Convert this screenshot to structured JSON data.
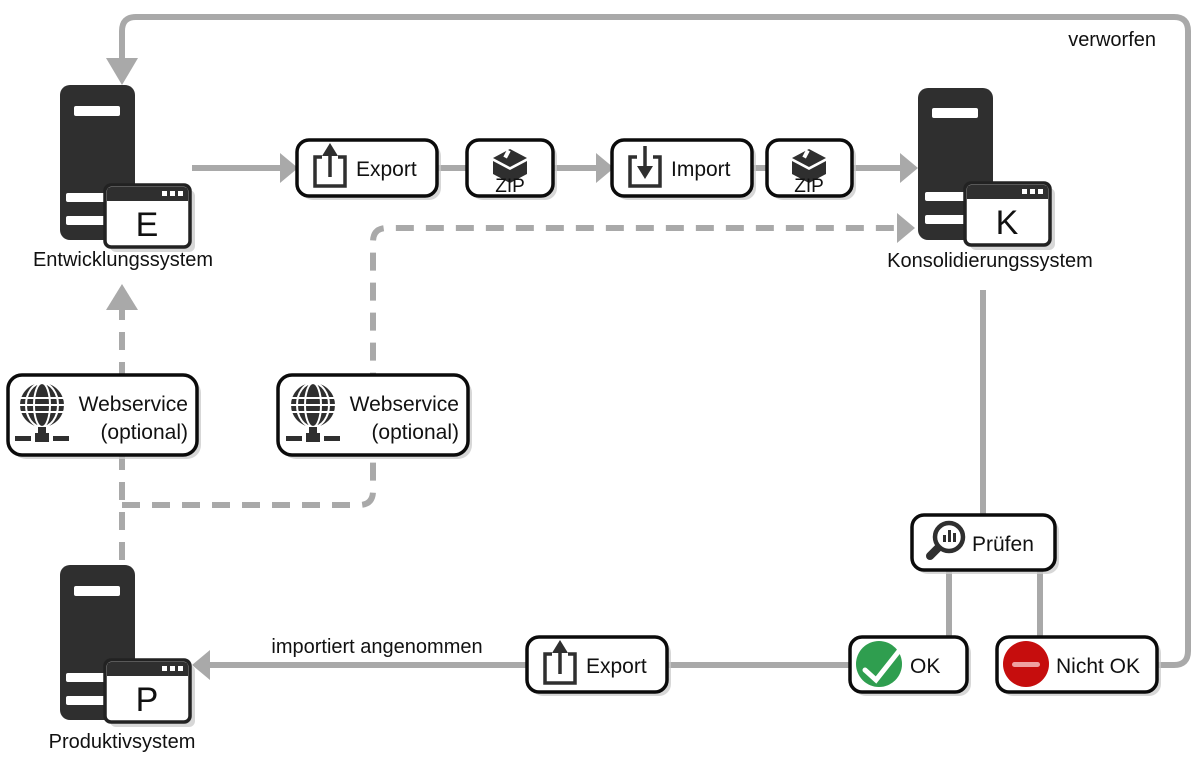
{
  "labels": {
    "verworfen": "verworfen",
    "importiert_angenommen": "importiert angenommen"
  },
  "systems": {
    "entwicklung": {
      "name": "Entwicklungssystem",
      "letter": "E",
      "icon": "server-icon"
    },
    "konsolidierung": {
      "name": "Konsolidierungssystem",
      "letter": "K",
      "icon": "server-icon"
    },
    "produktiv": {
      "name": "Produktivsystem",
      "letter": "P",
      "icon": "server-icon"
    }
  },
  "steps": {
    "export_top": {
      "label": "Export",
      "icon": "export-icon"
    },
    "zip_1": {
      "label": "ZIP",
      "icon": "package-icon"
    },
    "import_top": {
      "label": "Import",
      "icon": "import-icon"
    },
    "zip_2": {
      "label": "ZIP",
      "icon": "package-icon"
    },
    "webservice_left": {
      "line1": "Webservice",
      "line2": "(optional)",
      "icon": "globe-icon"
    },
    "webservice_middle": {
      "line1": "Webservice",
      "line2": "(optional)",
      "icon": "globe-icon"
    },
    "pruefen": {
      "label": "Prüfen",
      "icon": "magnifier-icon"
    },
    "ok": {
      "label": "OK",
      "icon": "check-circle-icon"
    },
    "nicht_ok": {
      "label": "Nicht OK",
      "icon": "minus-circle-icon"
    },
    "export_bottom": {
      "label": "Export",
      "icon": "export-icon"
    }
  },
  "colors": {
    "connector_gray": "#a9a9a9",
    "node_border": "#0b0b0b",
    "icon_dark": "#2f2f2f",
    "ok_green": "#2f9e4f",
    "nicht_ok_red": "#c60d0d",
    "text": "#111111",
    "background": "#ffffff"
  }
}
